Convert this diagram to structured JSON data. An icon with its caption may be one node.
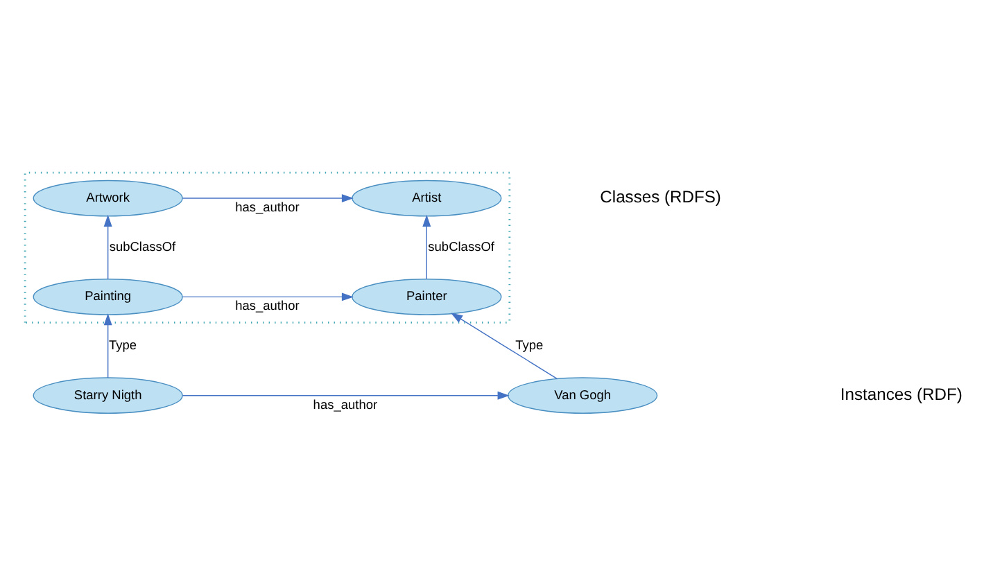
{
  "diagram": {
    "nodes": [
      {
        "text": [],
        "shape": "box"
      },
      {
        "text": [
          "Artwork"
        ],
        "in": 0
      },
      {
        "text": [
          "Artist"
        ],
        "in": 0
      },
      {
        "text": [
          "Painting"
        ],
        "in": 0
      },
      {
        "text": [
          "Painter"
        ],
        "in": 0
      },
      {
        "text": [
          "Starry Nigth"
        ]
      },
      {
        "text": [
          "Van Gogh"
        ]
      }
    ],
    "edges": [
      {
        "from": 1,
        "to": 2,
        "arrow": "to",
        "label": "has_author"
      },
      {
        "from": 3,
        "to": 1,
        "arrow": "to",
        "label": "subClassOf"
      },
      {
        "from": 4,
        "to": 2,
        "arrow": "to",
        "label": "subClassOf"
      },
      {
        "from": 3,
        "to": 4,
        "arrow": "to",
        "label": "has_author"
      },
      {
        "from": 5,
        "to": 3,
        "arrow": "to",
        "label": "Type"
      },
      {
        "from": 6,
        "to": 4,
        "arrow": "to",
        "label": "Type"
      },
      {
        "from": 5,
        "to": 6,
        "arrow": "to",
        "label": "has_author"
      }
    ],
    "labels": [
      "Classes (RDFS)",
      "Instances (RDF)"
    ]
  }
}
